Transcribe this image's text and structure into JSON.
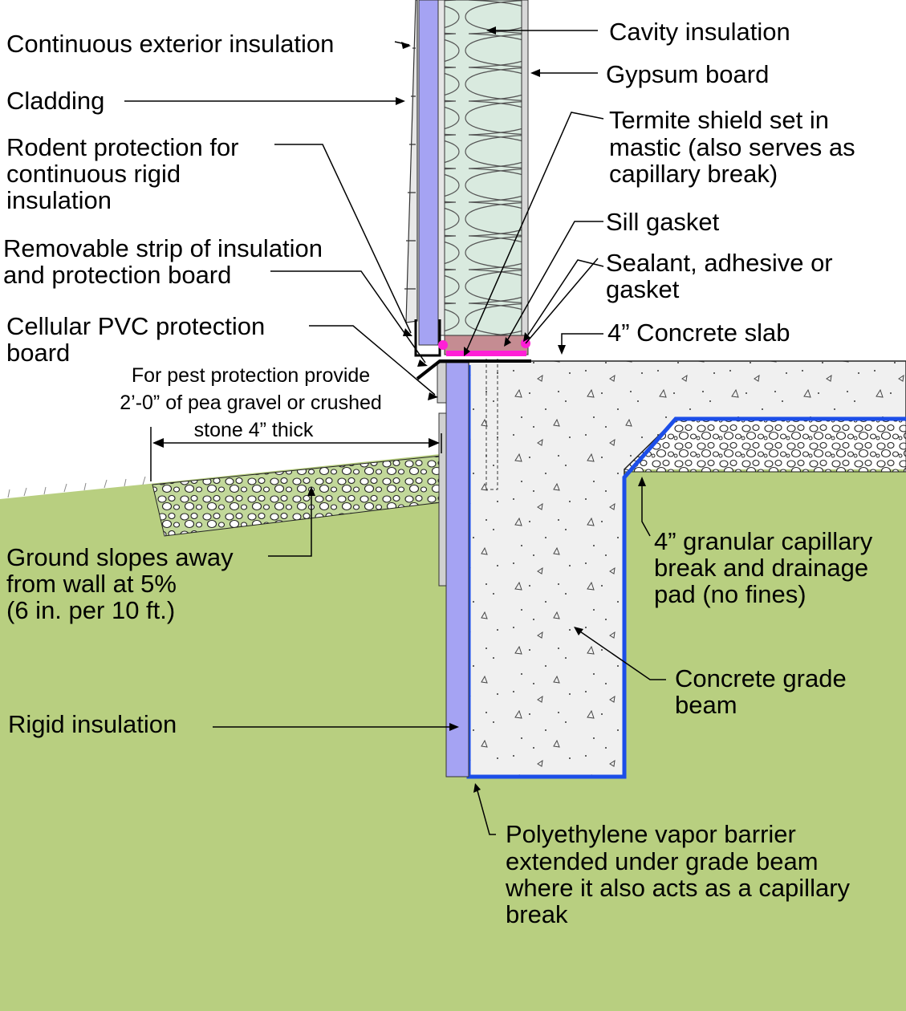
{
  "labels": {
    "continuous_exterior_insulation": "Continuous exterior insulation",
    "cladding": "Cladding",
    "rodent_protection": [
      "Rodent protection for",
      "continuous rigid",
      "insulation"
    ],
    "removable_strip": [
      "Removable strip of insulation",
      "and protection board"
    ],
    "cellular_pvc": [
      "Cellular PVC protection",
      "board"
    ],
    "pest_protection": [
      "For pest protection provide",
      "2’-0” of pea gravel or crushed",
      "stone 4” thick"
    ],
    "ground_slopes": [
      "Ground slopes away",
      "from wall at 5%",
      "(6 in. per 10 ft.)"
    ],
    "rigid_insulation": "Rigid insulation",
    "cavity_insulation": "Cavity insulation",
    "gypsum_board": "Gypsum board",
    "termite_shield": [
      "Termite shield set in",
      "mastic (also serves as",
      "capillary break)"
    ],
    "sill_gasket": "Sill gasket",
    "sealant": [
      "Sealant, adhesive or",
      "gasket"
    ],
    "concrete_slab": "4” Concrete slab",
    "granular_break": [
      "4” granular capillary",
      "break and drainage",
      "pad (no fines)"
    ],
    "grade_beam": [
      "Concrete grade",
      "beam"
    ],
    "vapor_barrier": [
      "Polyethylene vapor barrier",
      "extended under grade beam",
      "where it also acts as a capillary",
      "break"
    ]
  },
  "colors": {
    "ground": "#b8cf80",
    "rigid_insulation": "#a5a3f3",
    "cavity_insulation": "#d9eadf",
    "concrete": "#f0f0f0",
    "vapor_barrier": "#1c4ee8",
    "sealant": "#ff1fd6",
    "sill_plate": "#c58c92",
    "pea_gravel": "#c2d89a"
  }
}
